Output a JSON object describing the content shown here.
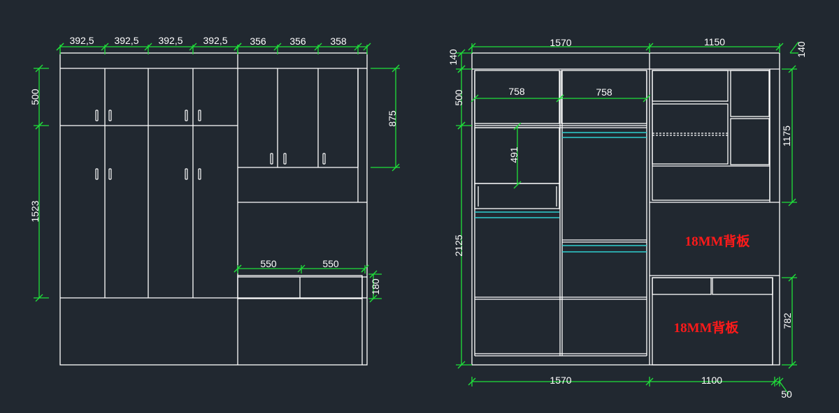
{
  "colors": {
    "background": "#212830",
    "outline": "#ffffff",
    "dimension": "#1fe03a",
    "accent_rod": "#2fd0d0",
    "note": "#ff1a1a"
  },
  "left_elevation": {
    "top_widths": [
      "392,5",
      "392,5",
      "392,5",
      "392,5",
      "356",
      "356",
      "358"
    ],
    "left_heights": [
      "500",
      "1523"
    ],
    "right_height": "875",
    "shelf_widths": [
      "550",
      "550"
    ],
    "drawer_height": "180"
  },
  "right_elevation": {
    "top_widths": [
      "1570",
      "1150"
    ],
    "top_panel": "140",
    "right_top_panel": "140",
    "left_heights": [
      "140",
      "500",
      "2125"
    ],
    "inner_widths": [
      "758",
      "758"
    ],
    "inner_height": "491",
    "right_heights": [
      "1175",
      "782"
    ],
    "bottom_widths": [
      "1570",
      "1100"
    ],
    "bottom_side": "50",
    "notes": [
      "18MM背板",
      "18MM背板"
    ]
  }
}
